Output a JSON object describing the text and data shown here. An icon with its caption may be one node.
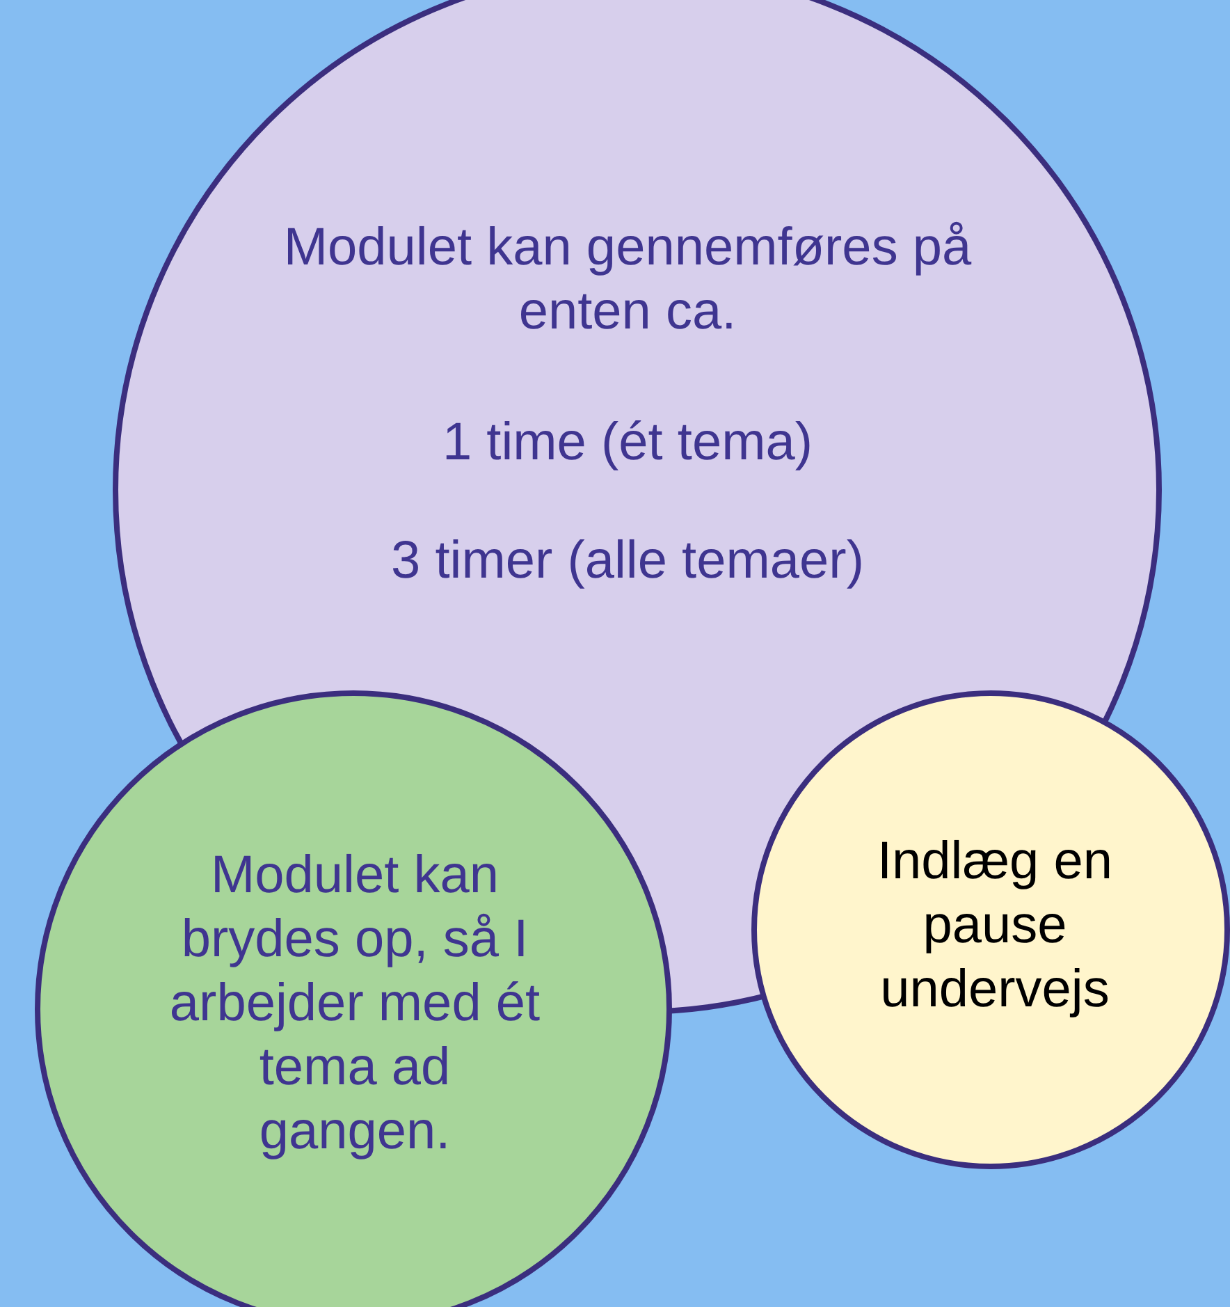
{
  "diagram": {
    "nodes": [
      {
        "text": [
          "Modulet kan gennemføres på enten ca.",
          "1 time (ét tema)",
          "3 timer (alle temaer)"
        ]
      },
      {
        "text": [
          "Modulet kan brydes op, så I arbejder med ét tema ad gangen."
        ]
      },
      {
        "text": [
          "Indlæg en pause undervejs"
        ]
      }
    ],
    "edges": []
  }
}
